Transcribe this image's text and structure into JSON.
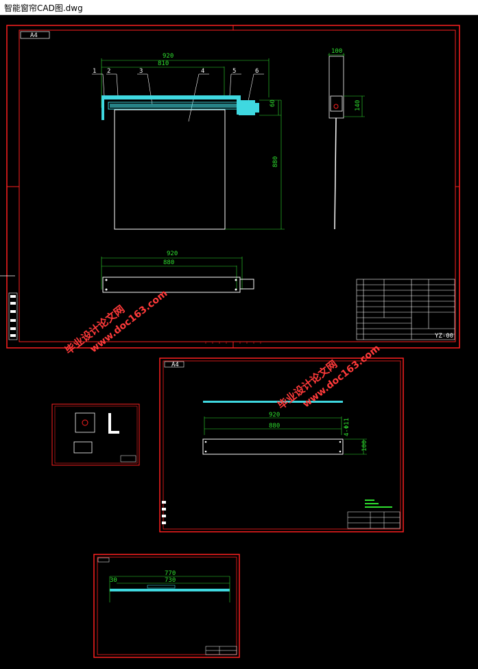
{
  "window": {
    "title": "智能窗帘CAD图.dwg"
  },
  "colors": {
    "background": "#000000",
    "border": "#ff2020",
    "dimension": "#2fe02f",
    "geometry": "#ffffff",
    "hatch": "#3fd8e0",
    "watermark": "#ff3a3a"
  },
  "sheet_main": {
    "sheet_label": "A4",
    "front_view": {
      "overall_width": "920",
      "inner_width": "810",
      "height": "880",
      "end_height": "60",
      "part_labels": [
        "1",
        "2",
        "3",
        "4",
        "5",
        "6"
      ]
    },
    "side_view": {
      "width": "100",
      "height": "140"
    },
    "top_view": {
      "overall_width": "920",
      "inner_width": "880"
    },
    "title_block": {
      "drawing_no": "YZ-00"
    }
  },
  "sheet_rod": {
    "sheet_label": "A4",
    "overall_width": "920",
    "inner_width": "880",
    "hole_note": "4-Φ11",
    "height": "100"
  },
  "sheet_shaft": {
    "overall_width": "770",
    "inner_width": "730",
    "end_left": "30"
  },
  "watermark": {
    "line1": "毕业设计论文网",
    "line2": "www.doc163.com"
  }
}
